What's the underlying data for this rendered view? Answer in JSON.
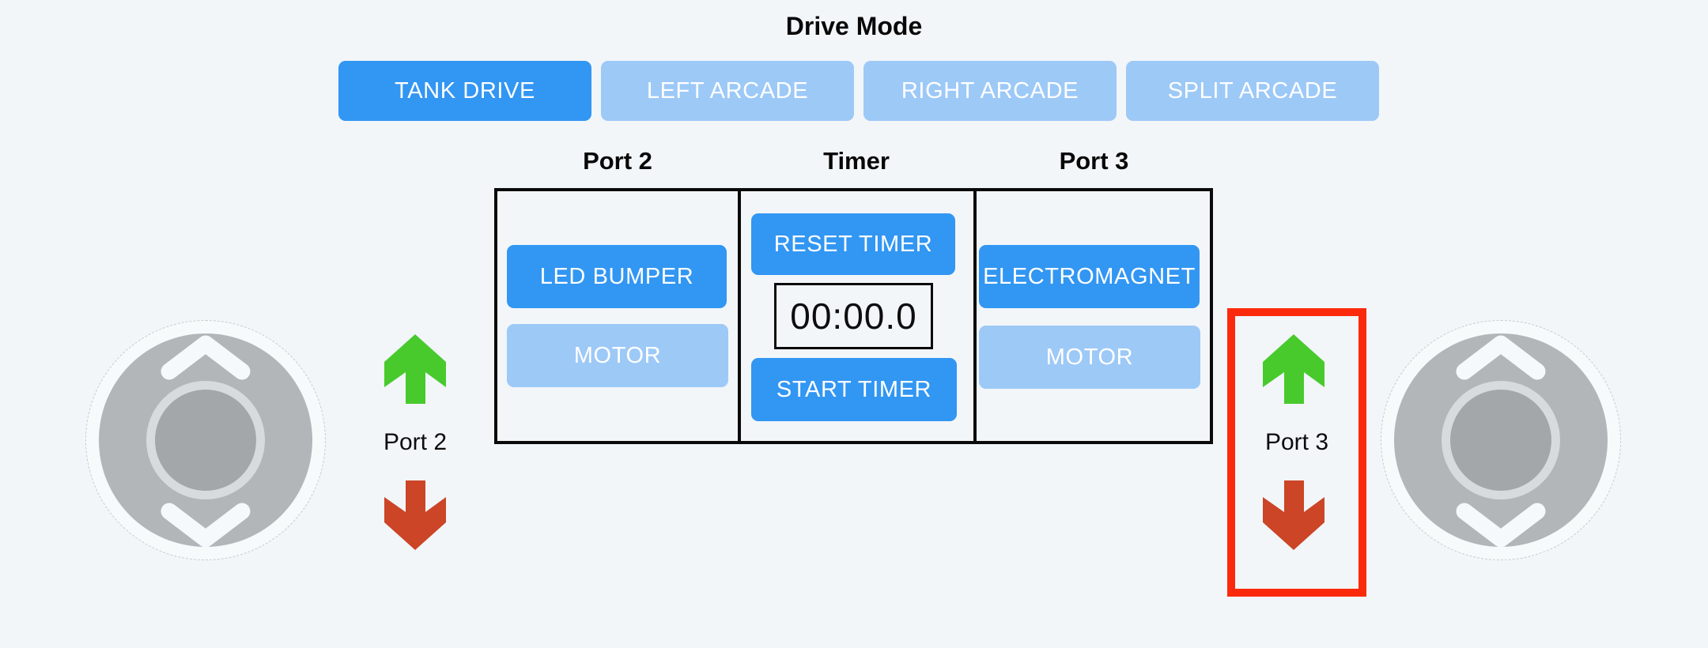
{
  "colors": {
    "background": "#f2f6f9",
    "accent_active": "#3296f3",
    "accent_inactive": "#9dc9f7",
    "arrow_up_green": "#48ca2d",
    "arrow_down_red": "#cb4526",
    "highlight_red": "#fc2a0c"
  },
  "drive_mode": {
    "title": "Drive Mode",
    "buttons": [
      {
        "label": "TANK DRIVE",
        "active": true
      },
      {
        "label": "LEFT ARCADE",
        "active": false
      },
      {
        "label": "RIGHT ARCADE",
        "active": false
      },
      {
        "label": "SPLIT ARCADE",
        "active": false
      }
    ]
  },
  "control_board": {
    "columns": [
      {
        "header": "Port 2",
        "buttons": [
          {
            "label": "LED BUMPER",
            "active": true
          },
          {
            "label": "MOTOR",
            "active": false
          }
        ]
      },
      {
        "header": "Timer",
        "reset_button": "RESET TIMER",
        "display_value": "00:00.0",
        "start_button": "START TIMER"
      },
      {
        "header": "Port 3",
        "buttons": [
          {
            "label": "ELECTROMAGNET",
            "active": true
          },
          {
            "label": "MOTOR",
            "active": false
          }
        ]
      }
    ]
  },
  "left_motor_control": {
    "label": "Port 2",
    "up_icon": "green-up-arrow",
    "down_icon": "red-down-arrow"
  },
  "right_motor_control": {
    "label": "Port 3",
    "up_icon": "green-up-arrow",
    "down_icon": "red-down-arrow",
    "highlighted": true
  },
  "joysticks": {
    "left": {
      "up_icon": "chevron-up",
      "down_icon": "chevron-down"
    },
    "right": {
      "up_icon": "chevron-up",
      "down_icon": "chevron-down"
    }
  }
}
